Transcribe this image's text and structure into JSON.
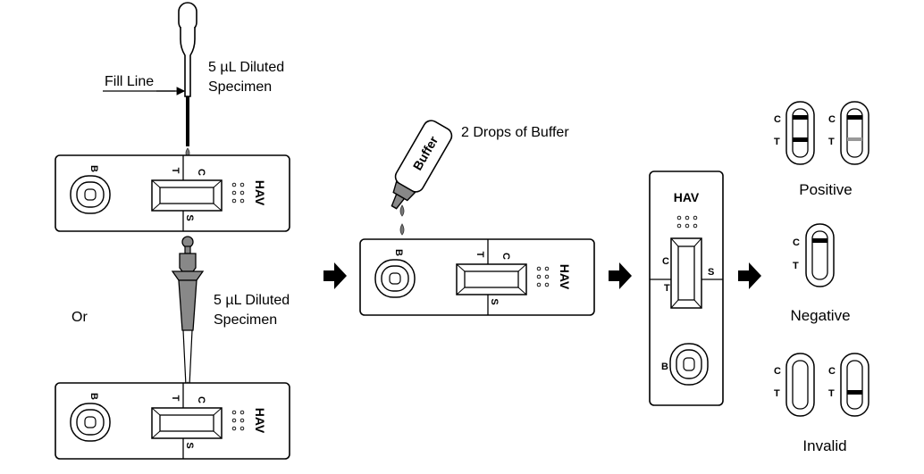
{
  "labels": {
    "fill_line": "Fill Line",
    "pipette_specimen_line1": "5 µL Diluted",
    "pipette_specimen_line2": "Specimen",
    "or": "Or",
    "micropipette_specimen_line1": "5 µL Diluted",
    "micropipette_specimen_line2": "Specimen",
    "buffer_instruction": "2 Drops of Buffer",
    "buffer_bottle": "Buffer"
  },
  "cassette": {
    "name": "HAV",
    "well_b": "B",
    "line_c": "C",
    "line_t": "T",
    "well_s": "S"
  },
  "results": {
    "positive": "Positive",
    "negative": "Negative",
    "invalid": "Invalid",
    "line_c": "C",
    "line_t": "T"
  },
  "colors": {
    "ink": "#000000",
    "drop_gray": "#777777",
    "faint_line": "#999999",
    "fill_gray": "#888888"
  }
}
